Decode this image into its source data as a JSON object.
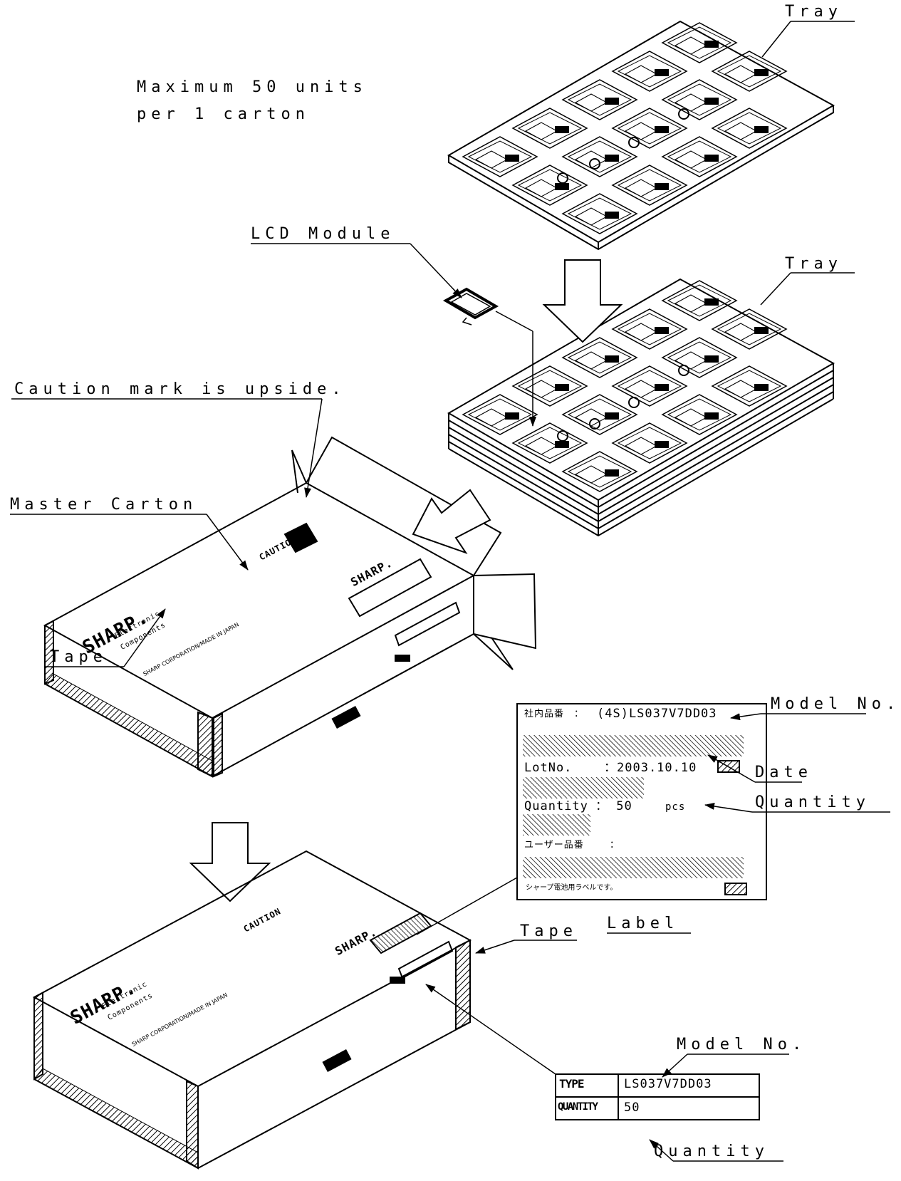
{
  "intro": {
    "line1": "Maximum 50 units",
    "line2": "per 1 carton"
  },
  "callouts": {
    "tray_top": "Tray",
    "tray_mid": "Tray",
    "lcd_module": "LCD Module",
    "caution": "Caution mark is upside.",
    "master_carton": "Master Carton",
    "tape_left": "Tape",
    "tape_right": "Tape",
    "label_caption": "Label"
  },
  "label": {
    "model_prefix": "社内品番　：",
    "model_value": "(4S)LS037V7DD03",
    "lot_prefix": "LotNo.",
    "lot_value": "：2003.10.10",
    "qty_prefix": "Quantity",
    "qty_value": "： 50",
    "qty_unit": "pcs",
    "user_prefix": "ユーザー品番",
    "user_value": "：",
    "footer": "シャープ電池用ラベルです。",
    "model_callout": "Model No.",
    "date_callout": "Date",
    "qty_callout": "Quantity"
  },
  "type_table": {
    "type_key": "TYPE",
    "type_value": "LS037V7DD03",
    "qty_key": "QUANTITY",
    "qty_value": "50",
    "model_callout": "Model No.",
    "qty_callout": "Quantity"
  },
  "carton_print": {
    "brand": "SHARP.",
    "line_a": "Electronic",
    "line_b": "Components",
    "made_in": "SHARP CORPORATION/MADE IN JAPAN",
    "caution": "CAUTION",
    "small_brand": "SHARP."
  }
}
